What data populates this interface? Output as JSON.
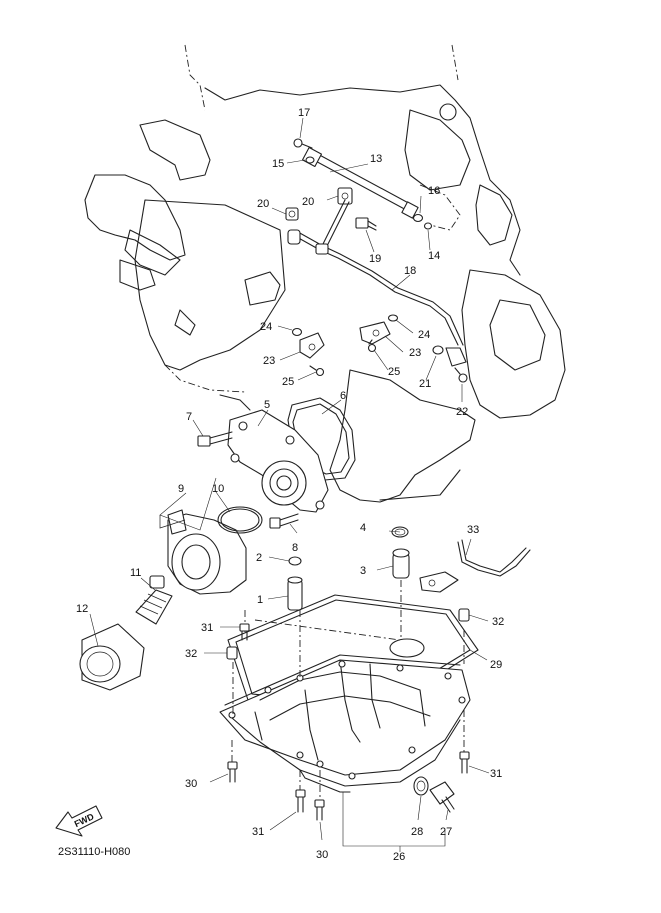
{
  "diagram_code": "2S31110-H080",
  "fwd_label": "FWD",
  "callouts": [
    "1",
    "2",
    "3",
    "4",
    "5",
    "6",
    "7",
    "8",
    "9",
    "10",
    "11",
    "12",
    "13",
    "14",
    "15",
    "16",
    "17",
    "18",
    "19",
    "20",
    "20",
    "21",
    "22",
    "23",
    "23",
    "24",
    "24",
    "25",
    "25",
    "26",
    "27",
    "28",
    "29",
    "30",
    "30",
    "31",
    "31",
    "31",
    "32",
    "32",
    "33"
  ]
}
